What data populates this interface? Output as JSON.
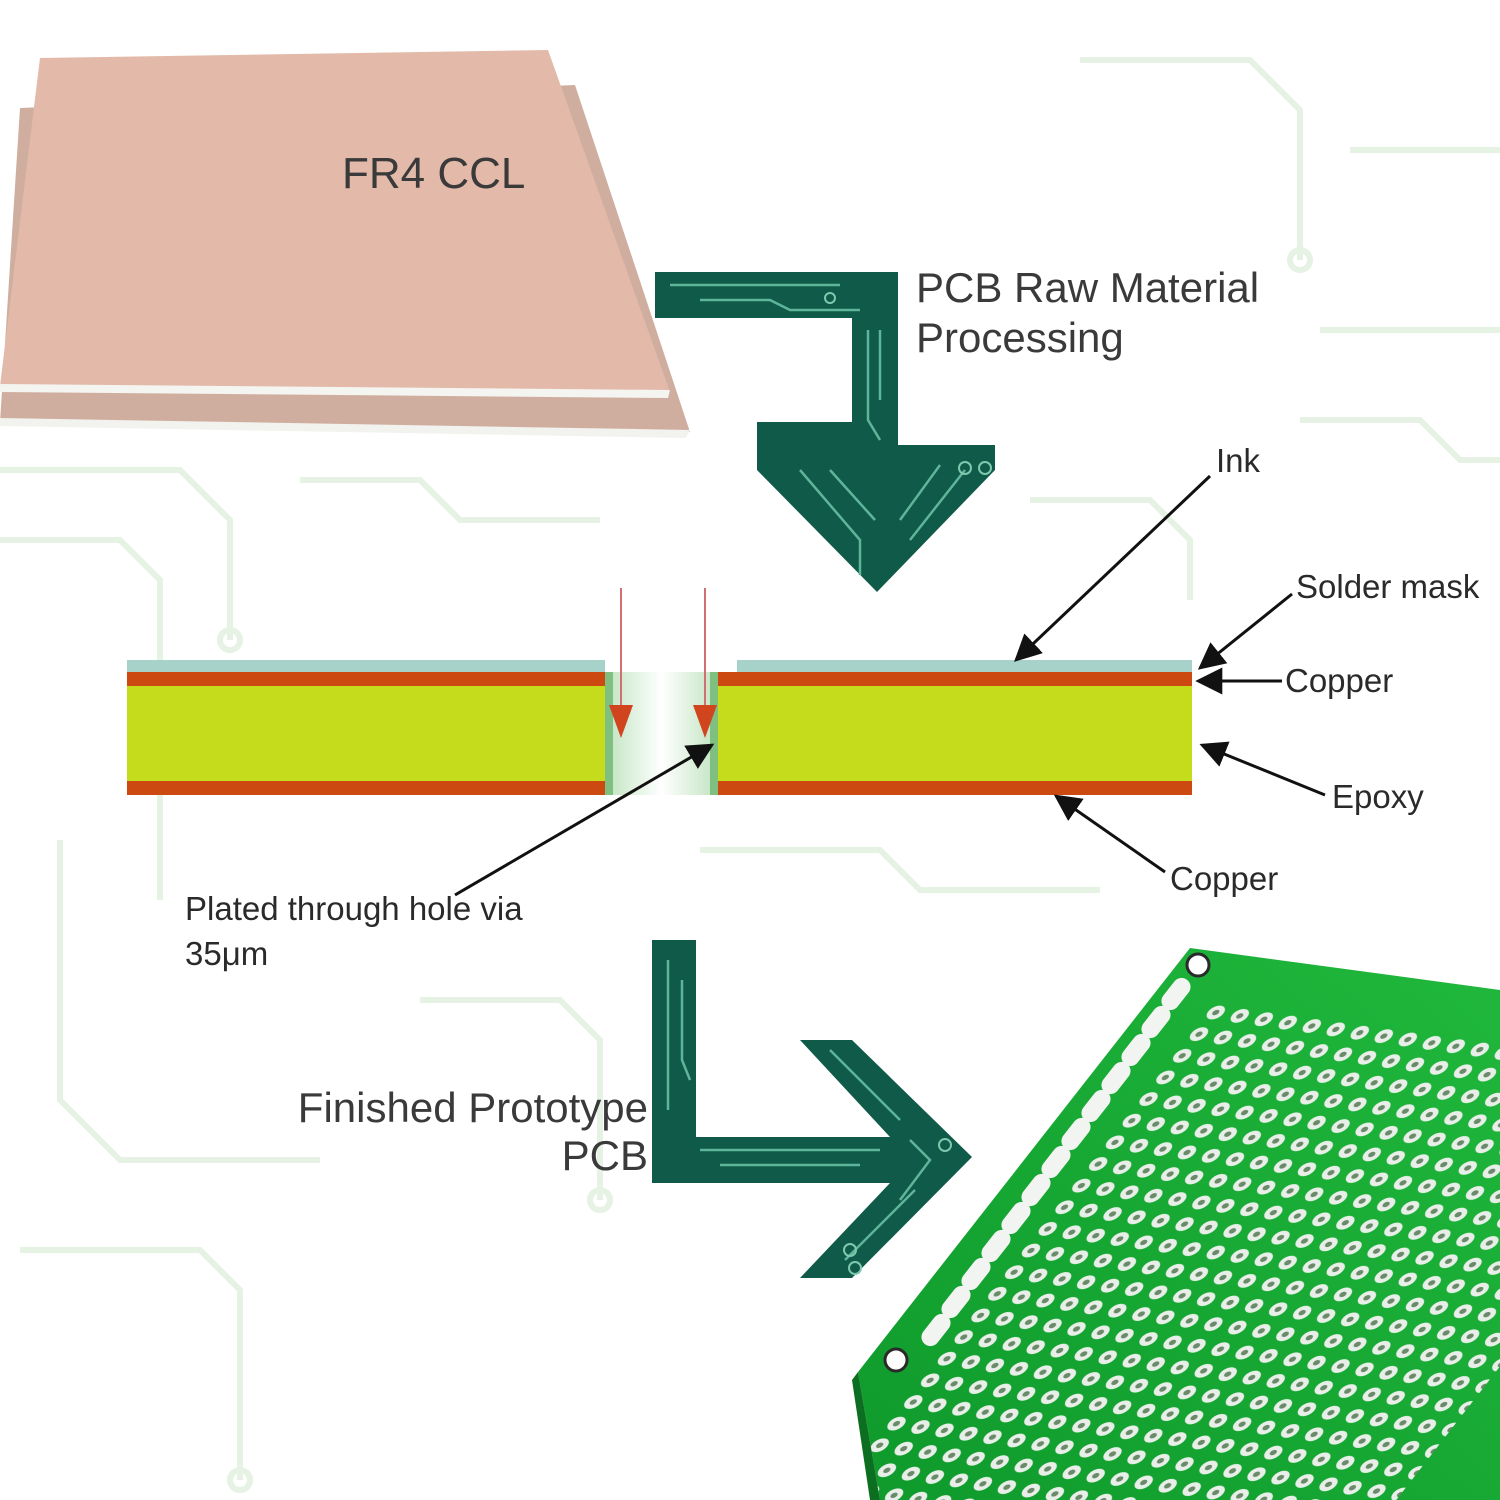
{
  "material": {
    "label": "FR4 CCL",
    "color": "#e3b9a9"
  },
  "step1": {
    "line1": "PCB Raw Material",
    "line2": "Processing"
  },
  "step2": {
    "line1": "Finished Prototype",
    "line2": "PCB"
  },
  "cross_section": {
    "layers": [
      {
        "label": "Ink"
      },
      {
        "label": "Solder mask"
      },
      {
        "label": "Copper"
      },
      {
        "label": "Epoxy"
      },
      {
        "label": "Copper"
      }
    ],
    "via": {
      "line1": "Plated through hole via",
      "line2": "35μm"
    }
  },
  "colors": {
    "arrow": "#0f5a48",
    "epoxy": "#c4dc1c",
    "copper": "#cc4a12",
    "pcb_green": "#15a534",
    "background_trace": "#e9f4e6"
  },
  "icons": [
    "processing-arrow-icon",
    "finish-arrow-icon"
  ]
}
